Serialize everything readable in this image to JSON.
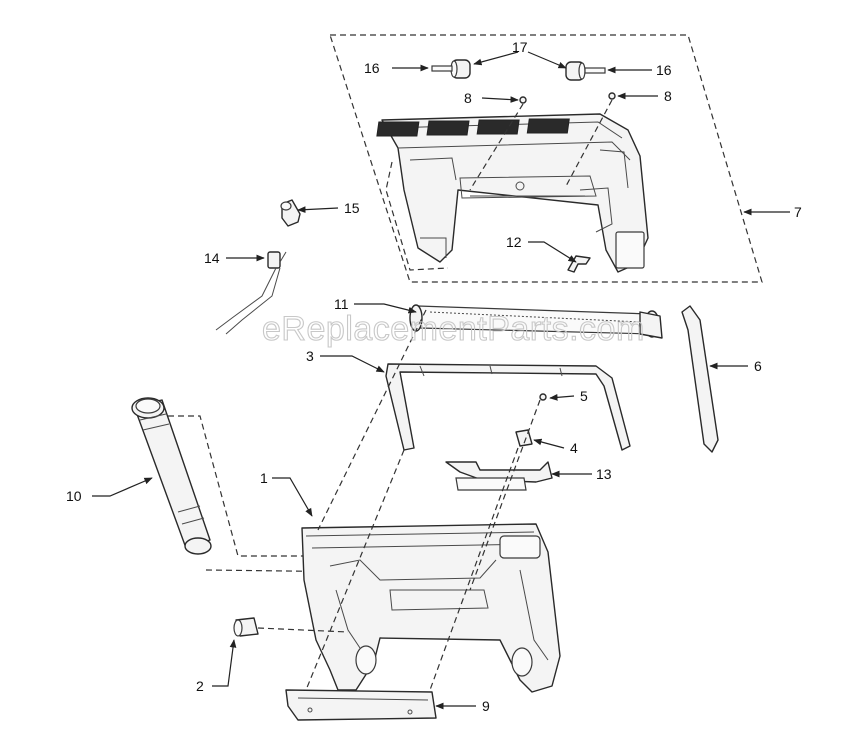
{
  "watermark": "eReplacementParts.com",
  "callouts": {
    "c1": "1",
    "c2": "2",
    "c3": "3",
    "c4": "4",
    "c5": "5",
    "c6": "6",
    "c7": "7",
    "c8a": "8",
    "c8b": "8",
    "c9": "9",
    "c10": "10",
    "c11": "11",
    "c12": "12",
    "c13": "13",
    "c14": "14",
    "c15": "15",
    "c16a": "16",
    "c16b": "16",
    "c17": "17"
  }
}
